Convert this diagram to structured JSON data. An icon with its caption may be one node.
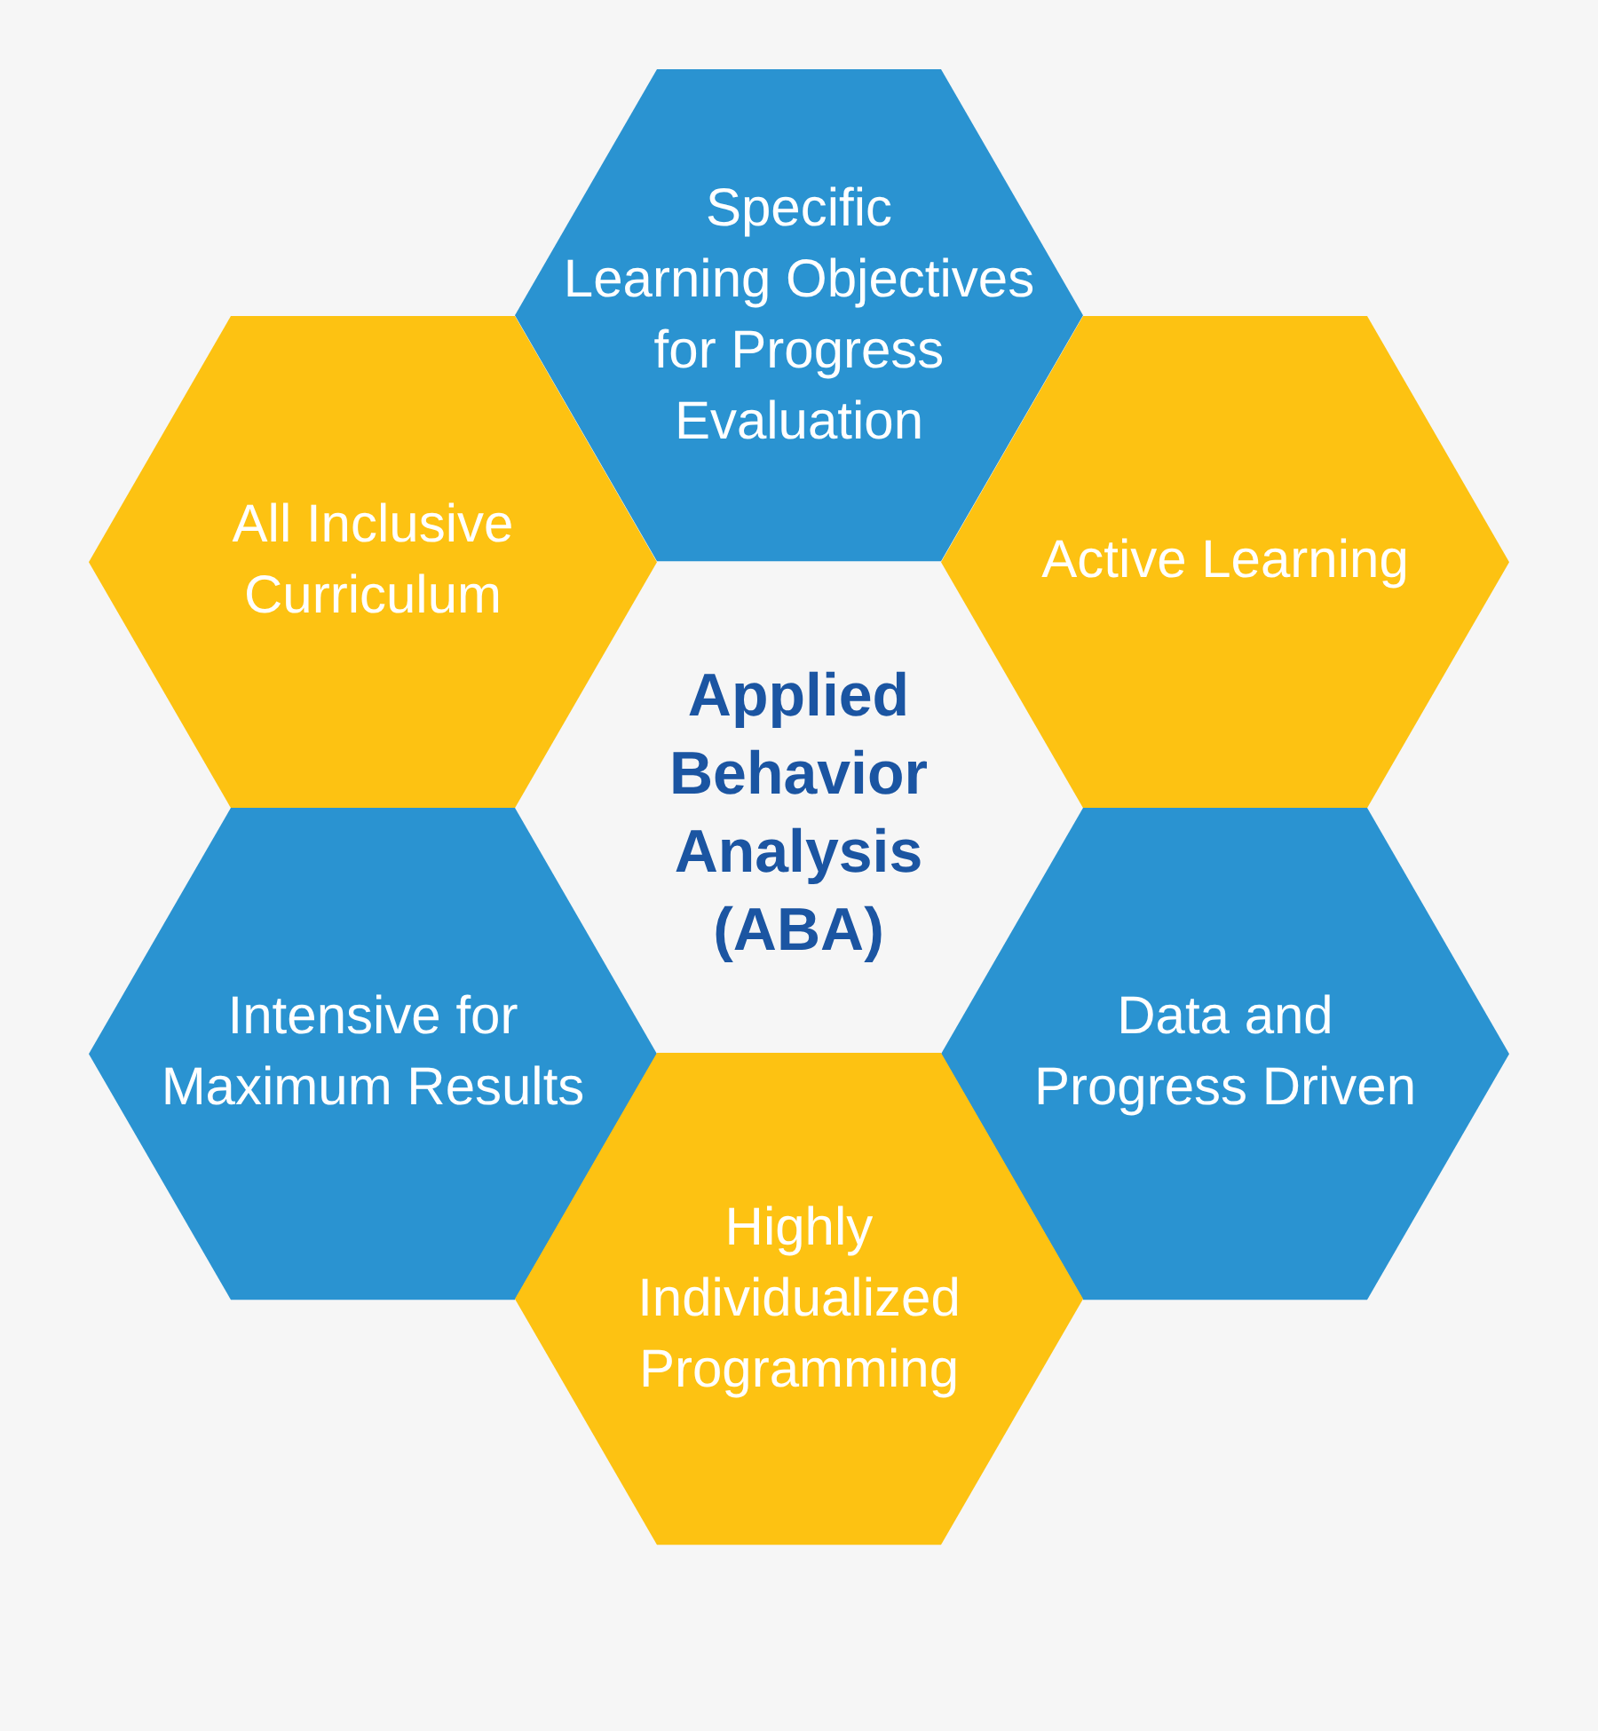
{
  "diagram": {
    "nodes": [
      {
        "text": [
          "Specific Learning Objectives for Progress Evaluation"
        ]
      },
      {
        "text": [
          "All Inclusive Curriculum"
        ]
      },
      {
        "text": [
          "Active Learning"
        ]
      },
      {
        "text": [
          "Intensive for Maximum Results"
        ]
      },
      {
        "text": [
          "Data and Progress Driven"
        ]
      },
      {
        "text": [
          "Highly Individualized Programming"
        ]
      }
    ],
    "labels": [
      "Applied Behavior Analysis (ABA)"
    ]
  }
}
